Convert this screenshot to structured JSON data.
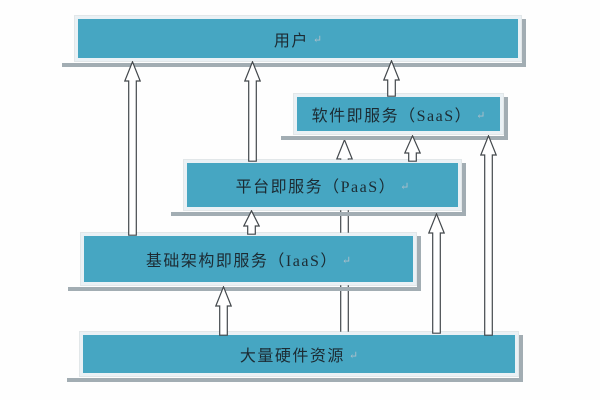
{
  "palette": {
    "node_fill": "#46a6c2",
    "node_border": "#eaf1f5",
    "shadow_gray": "#a2adb3",
    "arrow_fill": "#ffffff",
    "arrow_outline": "#43484c",
    "text": "#1c2b33"
  },
  "diagram": {
    "para_mark": "↵",
    "nodes": [
      {
        "id": "users",
        "label": "用户"
      },
      {
        "id": "saas",
        "label": "软件即服务（SaaS）"
      },
      {
        "id": "paas",
        "label": "平台即服务（PaaS）"
      },
      {
        "id": "iaas",
        "label": "基础架构即服务（IaaS）"
      },
      {
        "id": "hardware",
        "label": "大量硬件资源"
      }
    ],
    "edges": [
      {
        "from": "iaas",
        "to": "users"
      },
      {
        "from": "paas",
        "to": "users"
      },
      {
        "from": "saas",
        "to": "users"
      },
      {
        "from": "paas",
        "to": "saas"
      },
      {
        "from": "hardware",
        "to": "saas",
        "note": "passes behind paas and iaas"
      },
      {
        "from": "iaas",
        "to": "paas"
      },
      {
        "from": "hardware",
        "to": "iaas"
      },
      {
        "from": "hardware",
        "to": "paas"
      },
      {
        "from": "hardware",
        "to": "saas"
      }
    ]
  }
}
